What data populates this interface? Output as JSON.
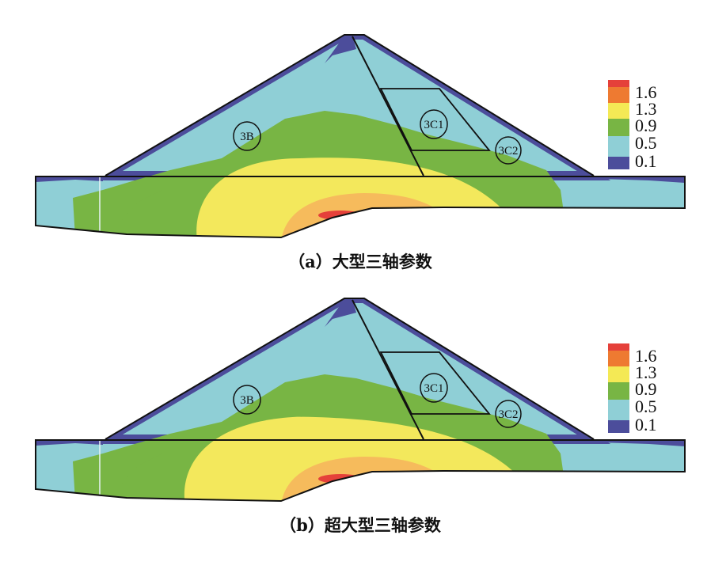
{
  "panels": [
    {
      "caption": "（a）大型三轴参数",
      "zones": {
        "zone_3b": "3B",
        "zone_3c1": "3C1",
        "zone_3c2": "3C2"
      },
      "yellow_extent": 1.0
    },
    {
      "caption": "（b）超大型三轴参数",
      "zones": {
        "zone_3b": "3B",
        "zone_3c1": "3C1",
        "zone_3c2": "3C2"
      },
      "yellow_extent": 1.08
    }
  ],
  "legend": {
    "labels": [
      "1.6",
      "1.3",
      "0.9",
      "0.5",
      "0.1"
    ],
    "colors": {
      "red": "#e5403a",
      "orange": "#ee7a31",
      "yellow": "#f4e955",
      "green": "#78b544",
      "cyan": "#8fcfd6",
      "navy": "#4c4d9b"
    }
  },
  "contour_colors": {
    "navy": "#4c4d9b",
    "cyan": "#8fcfd6",
    "green": "#78b544",
    "yellow": "#f3e85c",
    "orange": "#f6bb5c",
    "red": "#e5403a"
  }
}
